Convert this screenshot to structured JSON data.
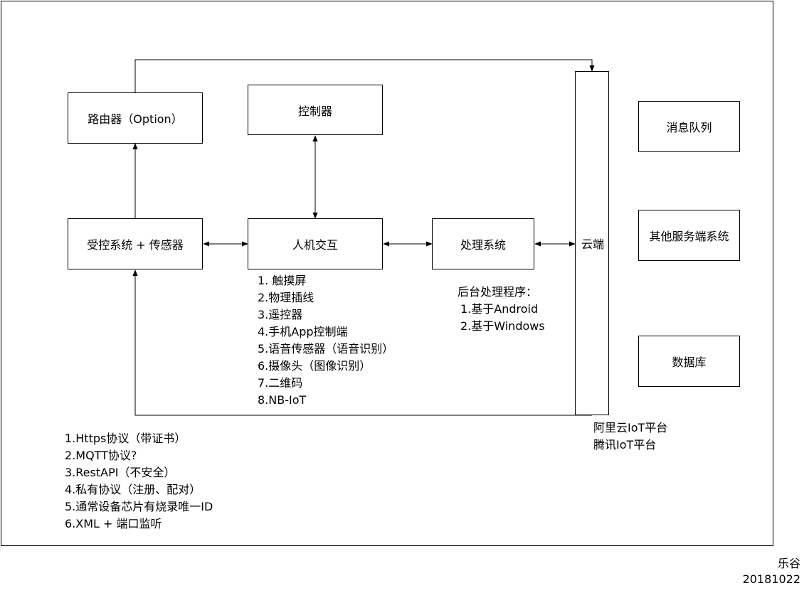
{
  "nodes": {
    "router": "路由器（Option）",
    "controller": "控制器",
    "controlled_system": "受控系统 + 传感器",
    "hci": "人机交互",
    "processing": "处理系统",
    "cloud": "云端",
    "message_queue": "消息队列",
    "other_services": "其他服务端系统",
    "database": "数据库"
  },
  "hci_methods": [
    "1. 触摸屏",
    "2.物理插线",
    "3.遥控器",
    "4.手机App控制端",
    "5.语音传感器（语音识别）",
    "6.摄像头（图像识别）",
    "7.二维码",
    "8.NB-IoT"
  ],
  "backend": {
    "title": "后台处理程序：",
    "items": [
      "1.基于Android",
      "2.基于Windows"
    ]
  },
  "platforms": [
    "阿里云IoT平台",
    "腾讯IoT平台"
  ],
  "protocols": [
    "1.Https协议（带证书）",
    "2.MQTT协议?",
    "3.RestAPI（不安全）",
    "4.私有协议（注册、配对）",
    "5.通常设备芯片有烧录唯一ID",
    "6.XML + 端口监听"
  ],
  "author": {
    "name": "乐谷",
    "date": "20181022"
  }
}
